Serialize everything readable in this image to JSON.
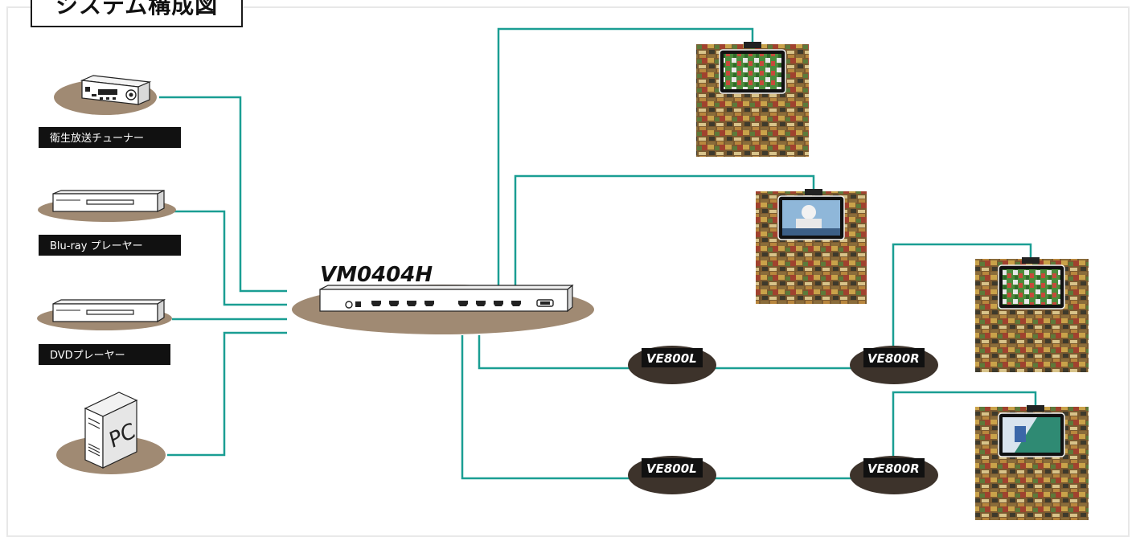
{
  "title": "システム構成図",
  "switch": {
    "model": "VM0404H"
  },
  "sources": [
    {
      "label": "衛生放送チューナー",
      "icon": "satellite-tuner-icon"
    },
    {
      "label": "Blu-ray プレーヤー",
      "icon": "bluray-player-icon"
    },
    {
      "label": "DVDプレーヤー",
      "icon": "dvd-player-icon"
    },
    {
      "label": "",
      "icon": "pc-tower-icon",
      "case_text": "PC"
    }
  ],
  "extenders": [
    {
      "transmitter": "VE800L",
      "receiver": "VE800R"
    },
    {
      "transmitter": "VE800L",
      "receiver": "VE800R"
    }
  ],
  "displays": [
    {
      "icon": "ceiling-monitor-icon"
    },
    {
      "icon": "ceiling-monitor-icon"
    },
    {
      "icon": "ceiling-monitor-icon"
    },
    {
      "icon": "ceiling-monitor-icon"
    }
  ],
  "colors": {
    "cable": "#1a9e93",
    "base": "#a08a73",
    "label_bg": "#111111",
    "extender_bg": "#3d332b"
  }
}
